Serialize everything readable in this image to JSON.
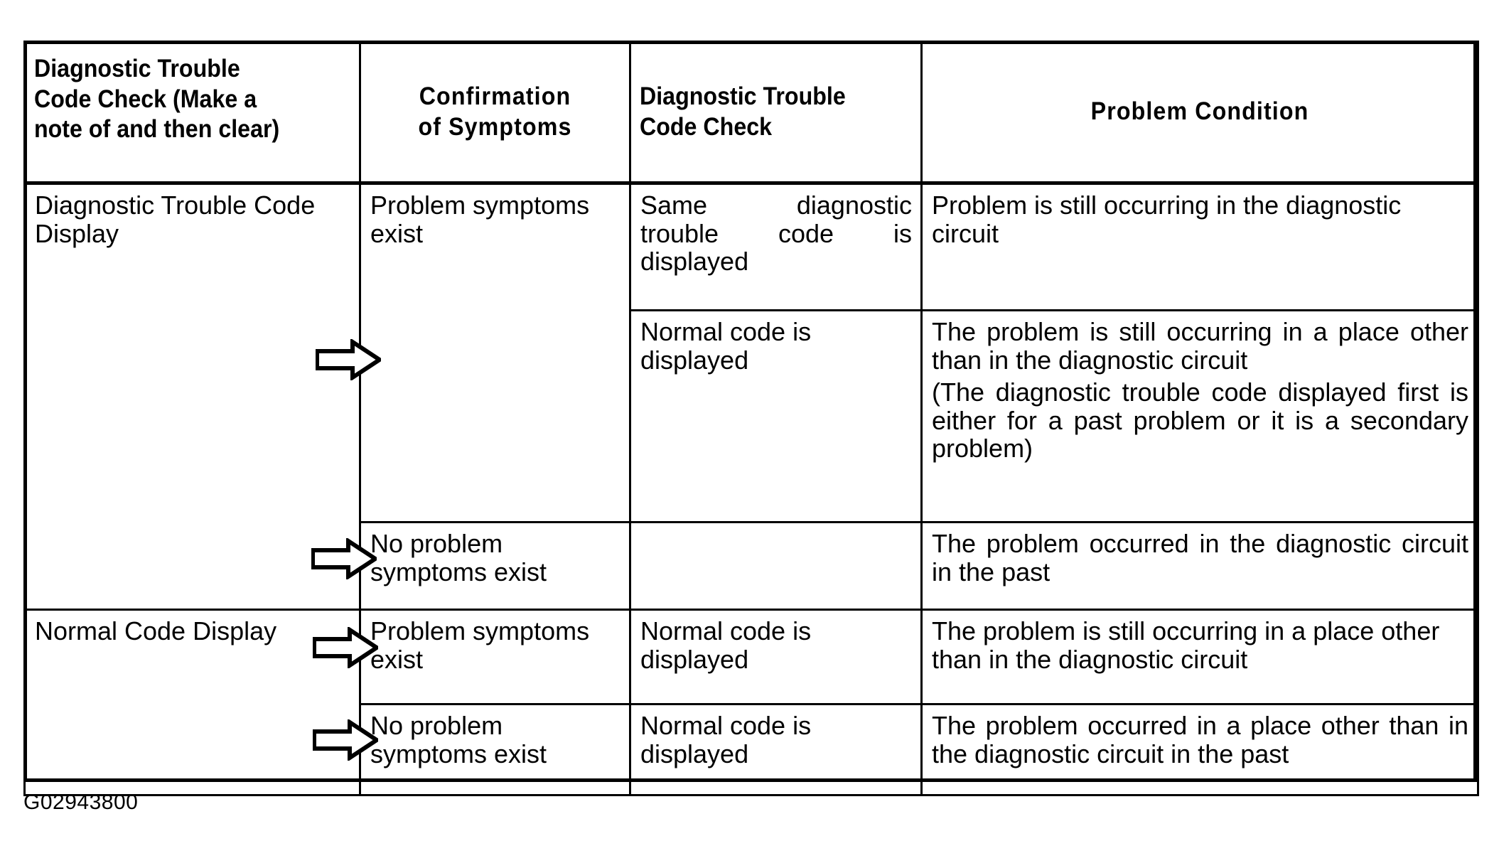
{
  "figure": {
    "caption_code": "G02943800"
  },
  "table": {
    "headers": [
      "Diagnostic Trouble Code Check (Make a note of and then clear)",
      "Confirmation of Symptoms",
      "Diagnostic Trouble Code Check",
      "Problem Condition"
    ],
    "headers_lines": {
      "col1": [
        "Diagnostic Trouble",
        "Code Check (Make a",
        "note of and then clear)"
      ],
      "col2": [
        "Confirmation",
        "of Symptoms"
      ],
      "col3": [
        "Diagnostic Trouble",
        "Code Check"
      ],
      "col4": [
        "Problem Condition"
      ]
    },
    "groups": [
      {
        "dtc_check": "Diagnostic Trouble Code Display",
        "rows": [
          {
            "symptoms": "Problem symptoms exist",
            "second_check": "Same diagnostic trouble code is displayed",
            "condition": "Problem is still occurring in the diagnostic circuit"
          },
          {
            "symptoms": "",
            "second_check": "Normal code is displayed",
            "condition": "The problem is still occurring in a place other than in the diagnostic circuit (The diagnostic trouble code displayed first is either for a past problem or it is a secondary problem)"
          },
          {
            "symptoms": "No problem symptoms exist",
            "second_check": "",
            "condition": "The problem occurred in the diagnostic circuit in the past"
          }
        ]
      },
      {
        "dtc_check": "Normal Code Display",
        "rows": [
          {
            "symptoms": "Problem symptoms exist",
            "second_check": "Normal code is displayed",
            "condition": "The problem is still occurring in a place other than in the diagnostic circuit"
          },
          {
            "symptoms": "No problem symptoms exist",
            "second_check": "Normal code is displayed",
            "condition": "The problem occurred in a place other than in the diagnostic circuit in the past"
          }
        ]
      }
    ],
    "cells": {
      "r1c1": "Diagnostic Trouble Code Display",
      "r1c2": "Problem symptoms exist",
      "r1c3": "Same diagnostic trouble code is displayed",
      "r1c4": "Problem is still occurring in the diagnostic circuit",
      "r2c3": "Normal code is displayed",
      "r2c4_line1": "The problem is still occurring in a place other than in the diagnostic circuit",
      "r2c4_line2": "(The diagnostic trouble code displayed first is either for a past problem or it is a secondary problem)",
      "r3c2": "No problem symptoms exist",
      "r3c4": "The problem occurred in the diagnostic circuit in the past",
      "r4c1": "Normal Code Display",
      "r4c2": "Problem symptoms exist",
      "r4c3": "Normal code is displayed",
      "r4c4": "The problem is still occurring in a place other than in the diagnostic circuit",
      "r5c2": "No problem symptoms exist",
      "r5c3": "Normal code is displayed",
      "r5c4": "The problem occurred in a place other than in the diagnostic circuit in the past"
    }
  },
  "icons": {
    "flow_arrow": "arrow-right-outline"
  },
  "colors": {
    "line": "#000000",
    "background": "#ffffff",
    "text": "#000000"
  }
}
